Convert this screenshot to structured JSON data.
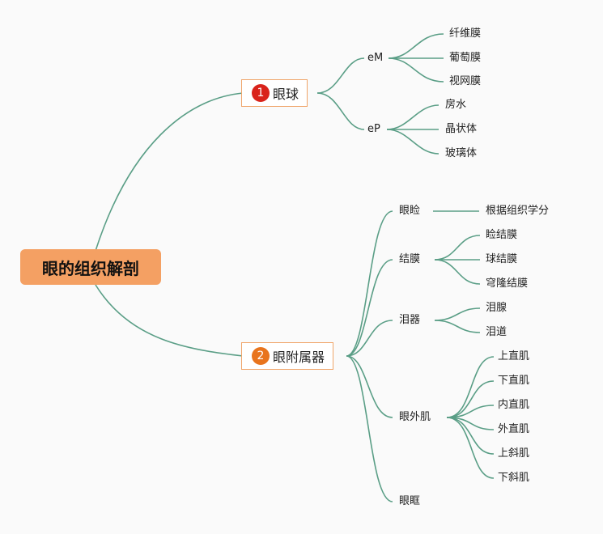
{
  "root": {
    "label": "眼的组织解剖"
  },
  "branch1": {
    "num": "1",
    "label": "眼球",
    "badge_color": "#d9231b",
    "groups": [
      {
        "label": "eM",
        "items": [
          "纤维膜",
          "葡萄膜",
          "视网膜"
        ]
      },
      {
        "label": "eP",
        "items": [
          "房水",
          "晶状体",
          "玻璃体"
        ]
      }
    ]
  },
  "branch2": {
    "num": "2",
    "label": "眼附属器",
    "badge_color": "#e8741d",
    "groups": [
      {
        "label": "眼睑",
        "items": [
          "根据组织学分"
        ]
      },
      {
        "label": "结膜",
        "items": [
          "睑结膜",
          "球结膜",
          "穹隆结膜"
        ]
      },
      {
        "label": "泪器",
        "items": [
          "泪腺",
          "泪道"
        ]
      },
      {
        "label": "眼外肌",
        "items": [
          "上直肌",
          "下直肌",
          "内直肌",
          "外直肌",
          "上斜肌",
          "下斜肌"
        ]
      },
      {
        "label": "眼眶",
        "items": []
      }
    ]
  },
  "colors": {
    "line": "#5a9e86",
    "root_fill": "#f4a063",
    "box_border": "#f0a56a"
  }
}
